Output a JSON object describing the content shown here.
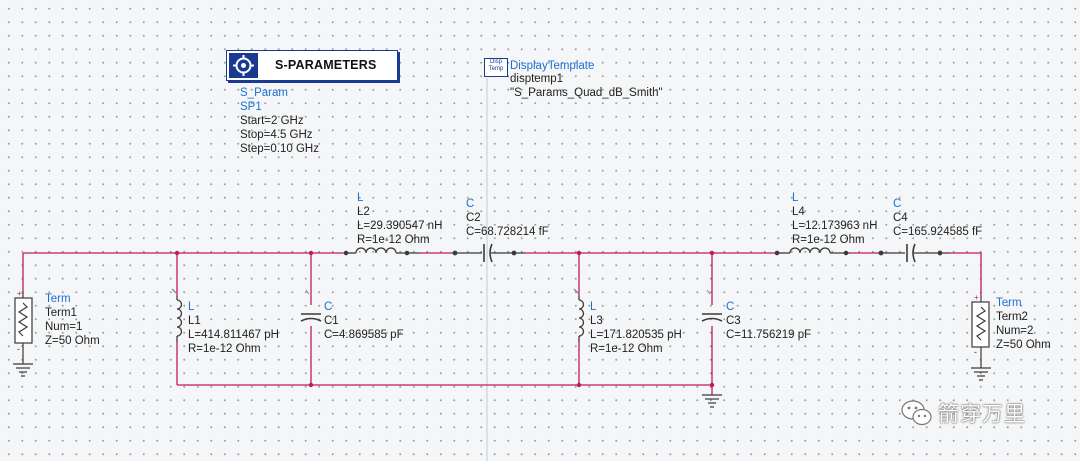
{
  "sparam": {
    "title": "S-PARAMETERS",
    "type": "S_Param",
    "name": "SP1",
    "start": "Start=2 GHz",
    "stop": "Stop=4.5 GHz",
    "step": "Step=0.10 GHz"
  },
  "display_template": {
    "icon_text_1": "Disp",
    "icon_text_2": "Temp",
    "type": "DisplayTemplate",
    "name": "disptemp1",
    "value": "\"S_Params_Quad_dB_Smith\""
  },
  "components": {
    "term1": {
      "type": "Term",
      "name": "Term1",
      "num": "Num=1",
      "z": "Z=50 Ohm"
    },
    "term2": {
      "type": "Term",
      "name": "Term2",
      "num": "Num=2",
      "z": "Z=50 Ohm"
    },
    "l1": {
      "type": "L",
      "name": "L1",
      "value": "L=414.811467 pH",
      "r": "R=1e-12 Ohm"
    },
    "c1": {
      "type": "C",
      "name": "C1",
      "value": "C=4.869585 pF"
    },
    "l2": {
      "type": "L",
      "name": "L2",
      "value": "L=29.390547 nH",
      "r": "R=1e-12 Ohm"
    },
    "c2": {
      "type": "C",
      "name": "C2",
      "value": "C=68.728214 fF"
    },
    "l3": {
      "type": "L",
      "name": "L3",
      "value": "L=171.820535 pH",
      "r": "R=1e-12 Ohm"
    },
    "c3": {
      "type": "C",
      "name": "C3",
      "value": "C=11.756219 pF"
    },
    "l4": {
      "type": "L",
      "name": "L4",
      "value": "L=12.173963 nH",
      "r": "R=1e-12 Ohm"
    },
    "c4": {
      "type": "C",
      "name": "C4",
      "value": "C=165.924585 fF"
    }
  },
  "watermark": {
    "text": "箭穿万里"
  },
  "colors": {
    "wire": "#c2185b",
    "label_blue": "#1d6fd6",
    "component": "#3a3a3a",
    "background": "#f5f6f7",
    "grid_dot": "#9aa0a6"
  }
}
